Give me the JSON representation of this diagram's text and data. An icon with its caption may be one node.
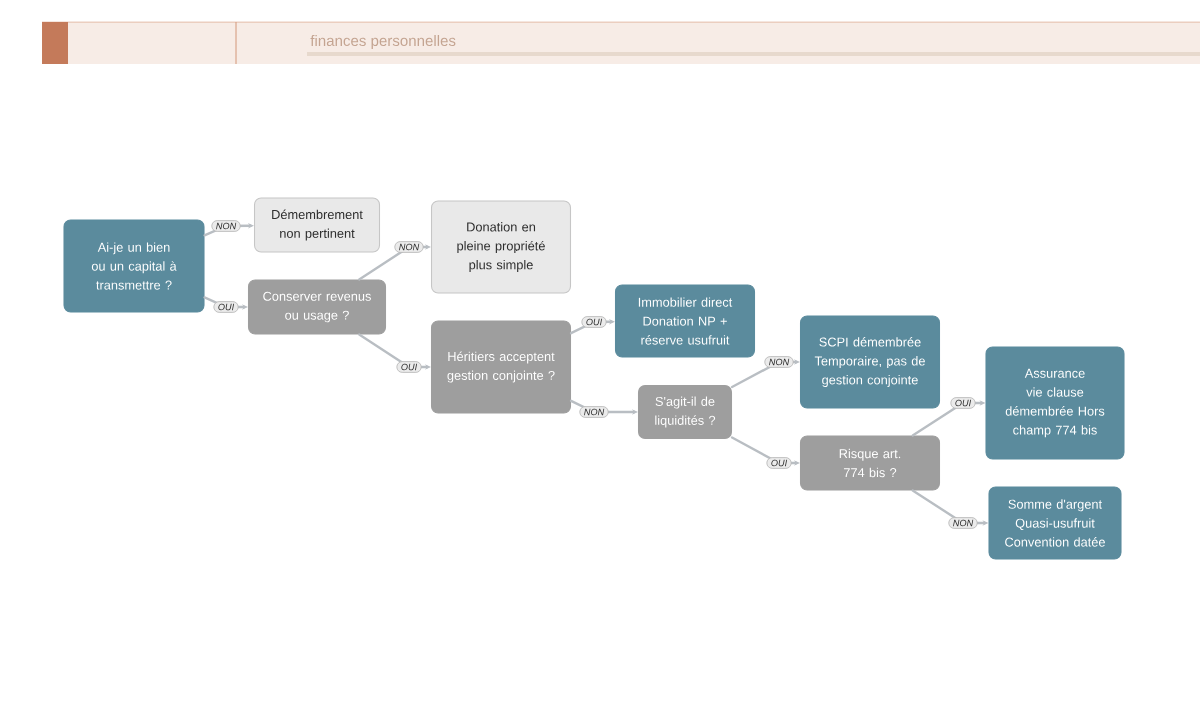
{
  "diagram": {
    "nodes": [
      {
        "text": [
          "Ai-je un bien ou un capital à transmettre ?"
        ]
      },
      {
        "text": [
          "Démembrement non pertinent"
        ]
      },
      {
        "text": [
          "Conserver revenus ou usage ?"
        ]
      },
      {
        "text": [
          "Donation en pleine propriété plus simple"
        ]
      },
      {
        "text": [
          "Héritiers acceptent gestion conjointe ?"
        ]
      },
      {
        "text": [
          "Immobilier direct Donation NP + réserve usufruit"
        ]
      },
      {
        "text": [
          "S'agit-il de liquidités ?"
        ]
      },
      {
        "text": [
          "SCPI démembrée Temporaire, pas de gestion conjointe"
        ]
      },
      {
        "text": [
          "Risque art. 774 bis ?"
        ]
      },
      {
        "text": [
          "Assurance vie clause démembrée Hors champ 774 bis"
        ]
      },
      {
        "text": [
          "Somme d'argent Quasi-usufruit Convention datée"
        ]
      }
    ],
    "edges": [
      {
        "from": 0,
        "to": 1,
        "arrow": "to",
        "label": "NON"
      },
      {
        "from": 0,
        "to": 2,
        "arrow": "to",
        "label": "OUI"
      },
      {
        "from": 2,
        "to": 3,
        "arrow": "to",
        "label": "NON"
      },
      {
        "from": 2,
        "to": 4,
        "arrow": "to",
        "label": "OUI"
      },
      {
        "from": 4,
        "to": 5,
        "arrow": "to",
        "label": "OUI"
      },
      {
        "from": 4,
        "to": 6,
        "arrow": "to",
        "label": "NON"
      },
      {
        "from": 6,
        "to": 7,
        "arrow": "to",
        "label": "NON"
      },
      {
        "from": 6,
        "to": 8,
        "arrow": "to",
        "label": "OUI"
      },
      {
        "from": 8,
        "to": 9,
        "arrow": "to",
        "label": "OUI"
      },
      {
        "from": 8,
        "to": 10,
        "arrow": "to",
        "label": "NON"
      }
    ],
    "labels": [
      "finances personnelles"
    ]
  }
}
